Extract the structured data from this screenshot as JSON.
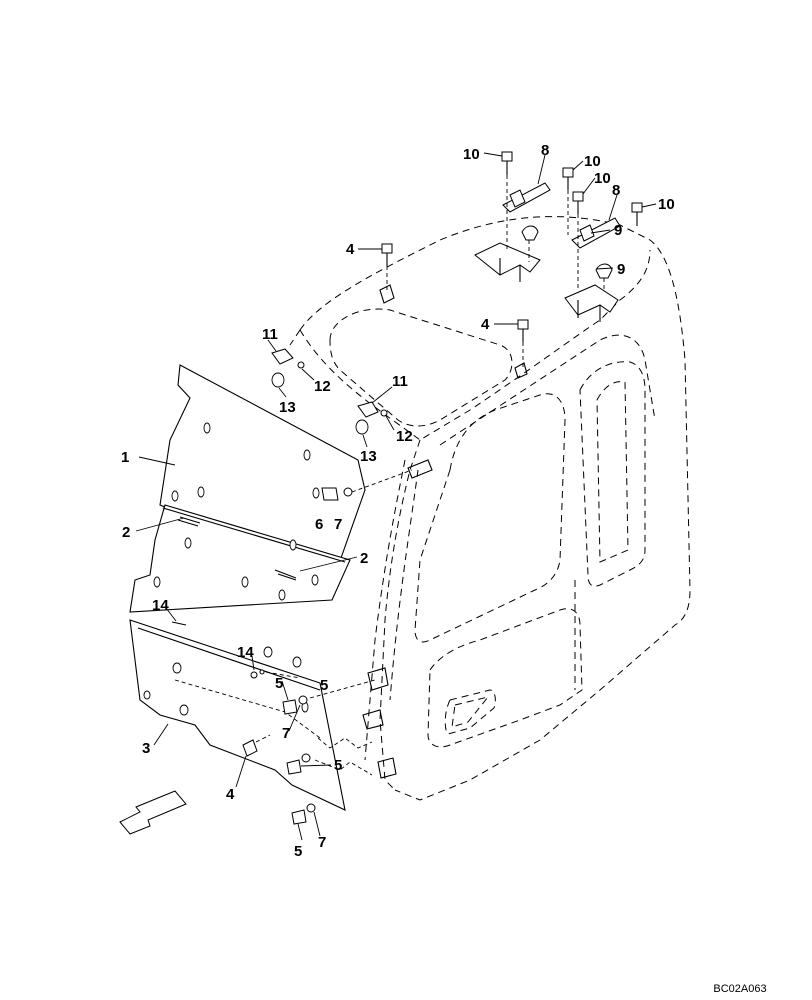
{
  "figure": {
    "drawing_code": "BC02A063"
  },
  "callouts": [
    {
      "id": "c1",
      "text": "1"
    },
    {
      "id": "c2a",
      "text": "2"
    },
    {
      "id": "c2b",
      "text": "2"
    },
    {
      "id": "c3",
      "text": "3"
    },
    {
      "id": "c4a",
      "text": "4"
    },
    {
      "id": "c4b",
      "text": "4"
    },
    {
      "id": "c4c",
      "text": "4"
    },
    {
      "id": "c5a",
      "text": "5"
    },
    {
      "id": "c5b",
      "text": "5"
    },
    {
      "id": "c5c",
      "text": "5"
    },
    {
      "id": "c5d",
      "text": "5"
    },
    {
      "id": "c6",
      "text": "6"
    },
    {
      "id": "c7a",
      "text": "7"
    },
    {
      "id": "c7b",
      "text": "7"
    },
    {
      "id": "c7c",
      "text": "7"
    },
    {
      "id": "c8a",
      "text": "8"
    },
    {
      "id": "c8b",
      "text": "8"
    },
    {
      "id": "c9a",
      "text": "9"
    },
    {
      "id": "c9b",
      "text": "9"
    },
    {
      "id": "c10a",
      "text": "10"
    },
    {
      "id": "c10b",
      "text": "10"
    },
    {
      "id": "c10c",
      "text": "10"
    },
    {
      "id": "c10d",
      "text": "10"
    },
    {
      "id": "c11a",
      "text": "11"
    },
    {
      "id": "c11b",
      "text": "11"
    },
    {
      "id": "c12a",
      "text": "12"
    },
    {
      "id": "c12b",
      "text": "12"
    },
    {
      "id": "c13a",
      "text": "13"
    },
    {
      "id": "c13b",
      "text": "13"
    },
    {
      "id": "c14a",
      "text": "14"
    },
    {
      "id": "c14b",
      "text": "14"
    }
  ],
  "icons": {
    "direction_arrow": "front-direction-arrow-icon"
  }
}
